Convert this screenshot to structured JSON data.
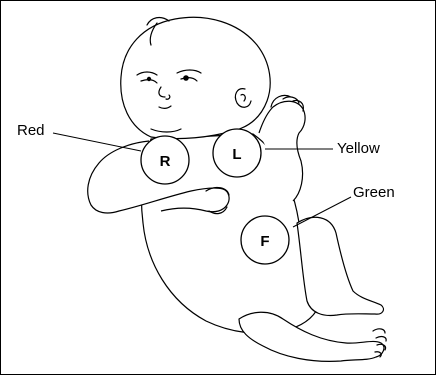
{
  "figure": {
    "subject": "infant",
    "electrodes": [
      {
        "letter": "R",
        "lead_label": "Red"
      },
      {
        "letter": "L",
        "lead_label": "Yellow"
      },
      {
        "letter": "F",
        "lead_label": "Green"
      }
    ],
    "colors": {
      "line": "#000000",
      "background": "#ffffff"
    }
  }
}
